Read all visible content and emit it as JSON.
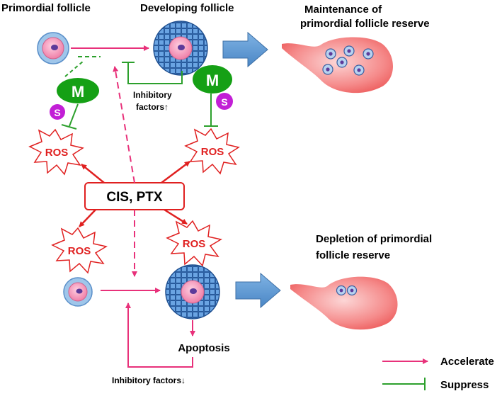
{
  "labels": {
    "primordial_follicle": "Primordial follicle",
    "developing_follicle": "Developing follicle",
    "maintenance_line1": "Maintenance of",
    "maintenance_line2": "primordial follicle reserve",
    "depletion_line1": "Depletion of primordial",
    "depletion_line2": "follicle reserve",
    "inhibitory_up_line1": "Inhibitory",
    "inhibitory_up_line2": "factors↑",
    "inhibitory_down": "Inhibitory factors↓",
    "apoptosis": "Apoptosis",
    "drug": "CIS, PTX",
    "ros": "ROS",
    "m": "M",
    "s": "S"
  },
  "legend": {
    "accelerate": "Accelerate",
    "suppress": "Suppress"
  },
  "colors": {
    "accelerate": "#e8317a",
    "suppress": "#2ca02c",
    "ros_red": "#e02020",
    "mito_green": "#15a015",
    "s_purple": "#c21fd6",
    "granulosa": "#3b78c4",
    "oocyte": "#f08cb0",
    "ovary": "#f07070",
    "block_arrow": "#5b9bd5"
  }
}
